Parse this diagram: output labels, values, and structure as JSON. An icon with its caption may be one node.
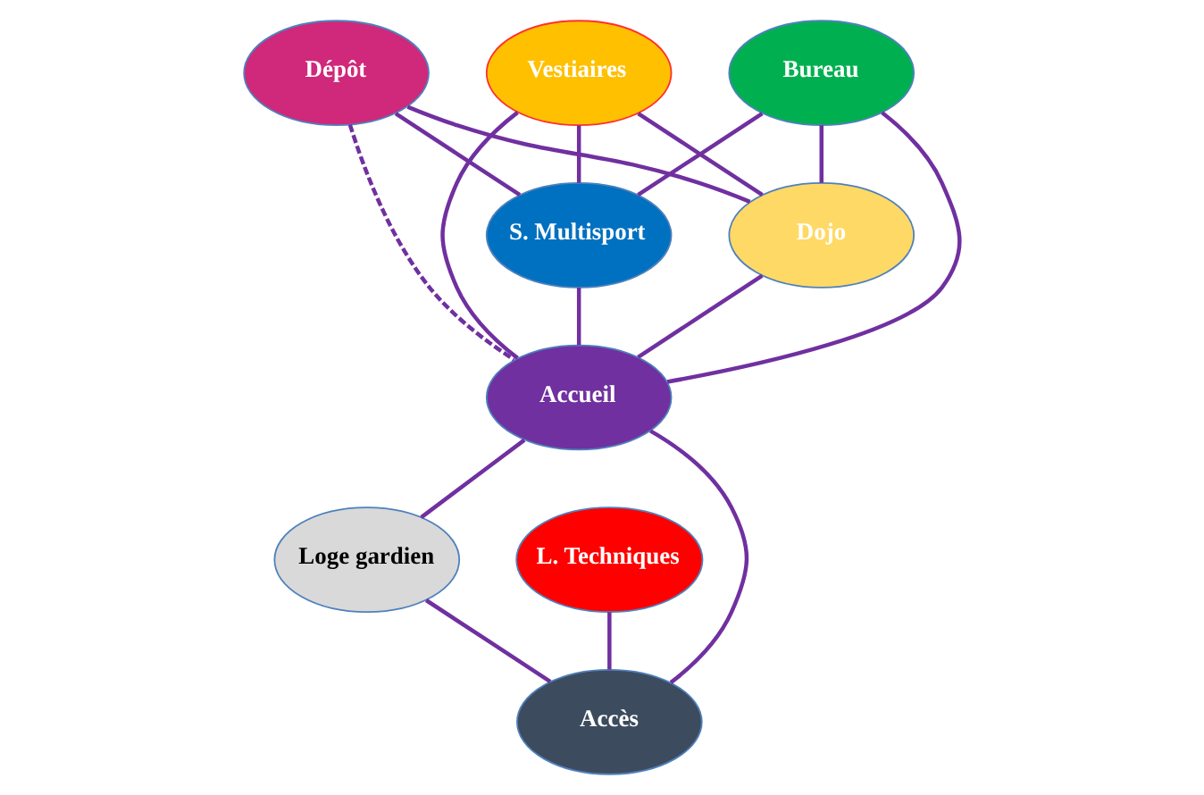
{
  "diagram": {
    "nodes": [
      {
        "text": [
          "Dépôt"
        ]
      },
      {
        "text": [
          "Vestiaires"
        ]
      },
      {
        "text": [
          "Bureau"
        ]
      },
      {
        "text": [
          "S. Multisport"
        ]
      },
      {
        "text": [
          "Dojo"
        ]
      },
      {
        "text": [
          "Accueil"
        ]
      },
      {
        "text": [
          "L. Techniques"
        ]
      },
      {
        "text": [
          "Loge gardien"
        ]
      },
      {
        "text": [
          "Accès"
        ]
      }
    ],
    "edges": [
      {
        "from": 0,
        "to": 3,
        "arrow": "none"
      },
      {
        "from": 0,
        "to": 4,
        "arrow": "none"
      },
      {
        "from": 0,
        "to": 5,
        "arrow": "none",
        "style": "dashed"
      },
      {
        "from": 1,
        "to": 3,
        "arrow": "none"
      },
      {
        "from": 1,
        "to": 5,
        "arrow": "none"
      },
      {
        "from": 1,
        "to": 4,
        "arrow": "none"
      },
      {
        "from": 2,
        "to": 3,
        "arrow": "none"
      },
      {
        "from": 2,
        "to": 5,
        "arrow": "none"
      },
      {
        "from": 2,
        "to": 4,
        "arrow": "none"
      },
      {
        "from": 3,
        "to": 5,
        "arrow": "none"
      },
      {
        "from": 4,
        "to": 5,
        "arrow": "none"
      },
      {
        "from": 5,
        "to": 8,
        "arrow": "none"
      },
      {
        "from": 5,
        "to": 7,
        "arrow": "none"
      },
      {
        "from": 6,
        "to": 8,
        "arrow": "none"
      },
      {
        "from": 8,
        "to": 7,
        "arrow": "none"
      }
    ]
  }
}
